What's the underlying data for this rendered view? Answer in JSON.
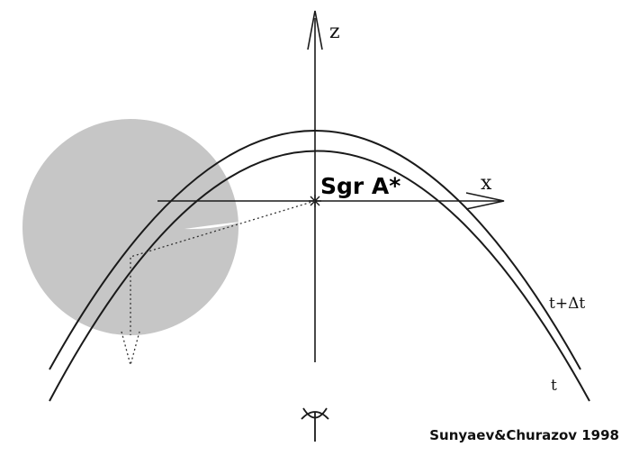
{
  "labels": {
    "z_axis": "z",
    "x_axis": "x",
    "source": "Sgr A*",
    "front_later": "t+Δt",
    "front_earlier": "t"
  },
  "credit": "Sunyaev&Churazov 1998",
  "colors": {
    "cloud": "#c6c6c6",
    "line": "#1a1a1a",
    "background": "#ffffff"
  },
  "icons": {
    "observer": "eye-icon"
  }
}
